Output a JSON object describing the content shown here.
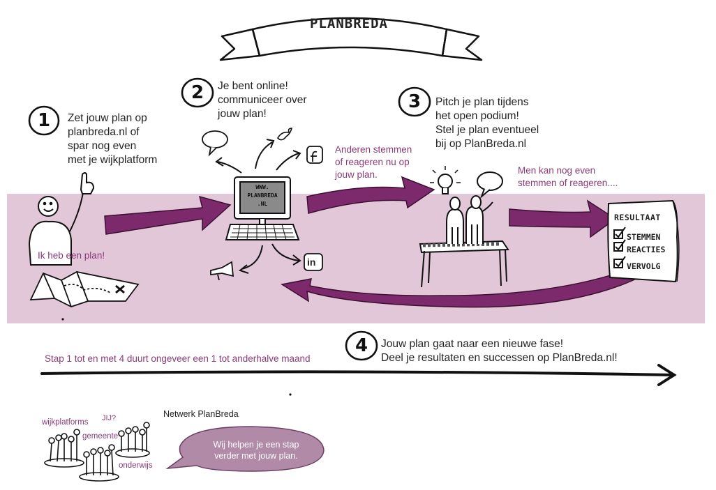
{
  "banner": {
    "title": "PLANBREDA"
  },
  "steps": [
    {
      "number": "1",
      "lines": [
        "Zet jouw plan op",
        "planbreda.nl of",
        "spar nog even",
        "met je wijkplatform"
      ]
    },
    {
      "number": "2",
      "lines": [
        "Je bent online!",
        "communiceer over",
        "jouw plan!"
      ]
    },
    {
      "number": "3",
      "lines": [
        "Pitch je plan tijdens",
        "het open podium!",
        "Stel je plan eventueel",
        "bij op PlanBreda.nl"
      ]
    },
    {
      "number": "4",
      "lines": [
        "Jouw plan gaat naar een nieuwe fase!",
        "Deel je resultaten en successen op PlanBreda.nl!"
      ]
    }
  ],
  "notes": {
    "person": "Ik heb een plan!",
    "others": [
      "Anderen stemmen",
      "of reageren nu op",
      "jouw plan."
    ],
    "still_vote": [
      "Men kan nog even",
      "stemmen of reageren...."
    ],
    "timeline": "Stap 1 tot en met 4 duurt ongeveer een 1 tot anderhalve maand"
  },
  "computer": {
    "screen_lines": [
      "WWW.",
      "PLANBREDA",
      ".NL"
    ]
  },
  "result_sheet": {
    "title": "RESULTAAT",
    "items": [
      "STEMMEN",
      "REACTIES",
      "VERVOLG"
    ]
  },
  "network": {
    "title": "Netwerk PlanBreda",
    "groups": [
      "wijkplatforms",
      "JIJ?",
      "gemeente",
      "onderwijs"
    ],
    "speech": [
      "Wij helpen je een stap",
      "verder met jouw plan."
    ]
  },
  "colors": {
    "band": "#e2c7d8",
    "arrow": "#7d2a6c",
    "accent_text": "#8b3a78",
    "ink": "#111111"
  }
}
